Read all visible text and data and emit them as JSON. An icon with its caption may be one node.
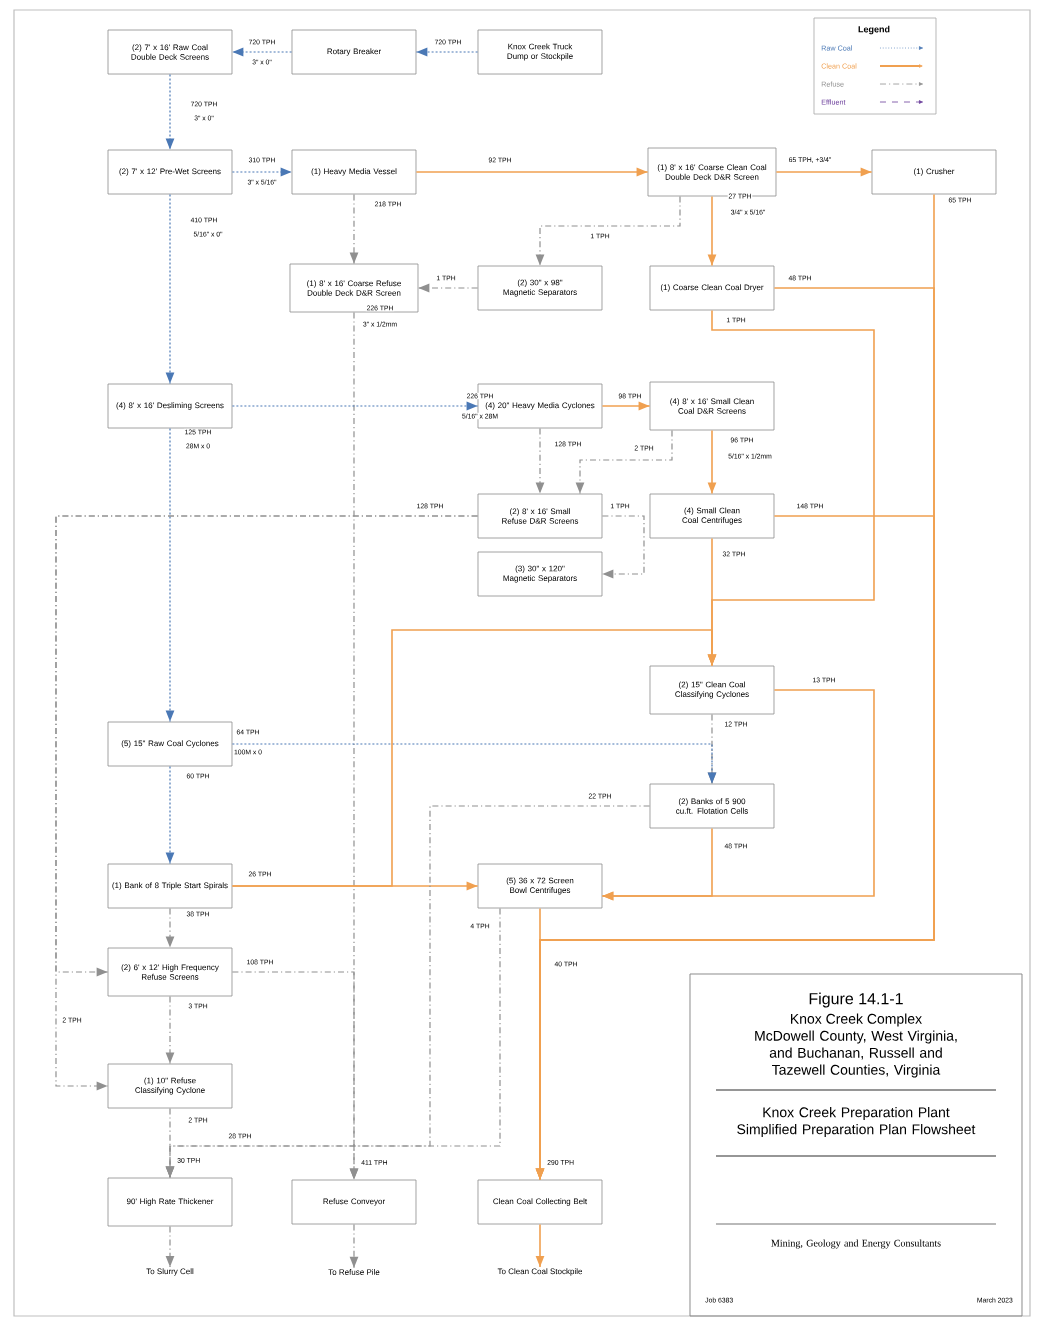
{
  "diagram": {
    "nodes": [
      {
        "text": [
          "(2) 7' x 16' Raw Coal Double Deck Screens"
        ]
      },
      {
        "text": [
          "Rotary Breaker"
        ]
      },
      {
        "text": [
          "Knox Creek Truck Dump or Stockpile"
        ]
      },
      {
        "text": [
          "(2) 7' x 12' Pre-Wet Screens"
        ]
      },
      {
        "text": [
          "(1) Heavy Media Vessel"
        ]
      },
      {
        "text": [
          "(1) 8' x 16' Coarse Clean Coal Double Deck D&R Screen"
        ]
      },
      {
        "text": [
          "(1) Crusher"
        ]
      },
      {
        "text": [
          "(1) 8' x 16' Coarse Refuse Double Deck D&R Screen"
        ]
      },
      {
        "text": [
          "(2) 30\" x 98\" Magnetic Separators"
        ]
      },
      {
        "text": [
          "(1) Coarse Clean Coal Dryer"
        ]
      },
      {
        "text": [
          "(4) 8' x 16' Desliming Screens"
        ]
      },
      {
        "text": [
          "(4) 20\" Heavy Media Cyclones"
        ]
      },
      {
        "text": [
          "(4) 8' x 16' Small Clean Coal D&R Screens"
        ]
      },
      {
        "text": [
          "(2) 8' x 16' Small Refuse D&R Screens"
        ]
      },
      {
        "text": [
          "(3) 30\" x 120\" Magnetic Separators"
        ]
      },
      {
        "text": [
          "(4) Small Clean Coal Centrifuges"
        ]
      },
      {
        "text": [
          "(2) 15\" Clean Coal Classifying Cyclones"
        ]
      },
      {
        "text": [
          "(5) 15\" Raw Coal Cyclones"
        ]
      },
      {
        "text": [
          "(2) Banks of 5 900 cu.ft. Flotation Cells"
        ]
      },
      {
        "text": [
          "(1) Bank of 8 Triple Start Spirals"
        ]
      },
      {
        "text": [
          "(5) 36 x 72 Screen Bowl Centrifuges"
        ]
      },
      {
        "text": [
          "(2) 6' x 12' High Frequency Refuse Screens"
        ]
      },
      {
        "text": [
          "(1) 10\" Refuse Classifying Cyclone"
        ]
      },
      {
        "text": [
          "90' High Rate Thickener"
        ],
        "beside": [
          "30 TPH"
        ]
      },
      {
        "text": [
          "Refuse Conveyor"
        ],
        "beside": [
          "411 TPH"
        ]
      },
      {
        "text": [
          "Clean Coal Collecting Belt"
        ],
        "beside": [
          "290 TPH"
        ]
      },
      {
        "text": [
          "To Slurry Cell"
        ]
      },
      {
        "text": [
          "To Refuse Pile"
        ]
      },
      {
        "text": [
          "To Clean Coal Stockpile"
        ]
      }
    ],
    "edges": [
      {
        "from": 2,
        "to": 1,
        "arrow": "to",
        "label": "720 TPH",
        "style": "dashed",
        "color": "#4a78b5"
      },
      {
        "from": 1,
        "to": 0,
        "arrow": "to",
        "label": "720 TPH",
        "style": "dashed",
        "color": "#4a78b5"
      },
      {
        "from": 0,
        "to": 3,
        "arrow": "to",
        "label": "720 TPH",
        "style": "dashed",
        "color": "#4a78b5"
      },
      {
        "from": 3,
        "to": 4,
        "arrow": "to",
        "label": "310 TPH",
        "style": "dashed",
        "color": "#4a78b5"
      },
      {
        "from": 3,
        "to": 10,
        "arrow": "to",
        "label": "410 TPH",
        "style": "dashed",
        "color": "#4a78b5"
      },
      {
        "from": 4,
        "to": 5,
        "arrow": "to",
        "label": "92 TPH",
        "color": "#f0a050"
      },
      {
        "from": 4,
        "to": 7,
        "arrow": "to",
        "label": "218 TPH",
        "style": "dashed",
        "color": "#909090"
      },
      {
        "from": 5,
        "to": 6,
        "arrow": "to",
        "label": "65 TPH, +3/4\"",
        "color": "#f0a050"
      },
      {
        "from": 5,
        "to": 9,
        "arrow": "to",
        "label": "27 TPH",
        "color": "#f0a050"
      },
      {
        "from": 5,
        "to": 8,
        "arrow": "to",
        "label": "1 TPH",
        "style": "dashed",
        "color": "#909090"
      },
      {
        "from": 8,
        "to": 7,
        "arrow": "to",
        "label": "1 TPH",
        "style": "dashed",
        "color": "#909090"
      },
      {
        "from": 7,
        "to": 24,
        "arrow": "to",
        "label": "226 TPH",
        "style": "dashed",
        "color": "#909090"
      },
      {
        "from": 6,
        "to": 25,
        "arrow": "to",
        "label": "65 TPH",
        "color": "#f0a050"
      },
      {
        "from": 9,
        "to": 25,
        "arrow": "to",
        "label": "48 TPH",
        "color": "#f0a050"
      },
      {
        "from": 10,
        "to": 11,
        "arrow": "to",
        "label": "226 TPH",
        "style": "dashed",
        "color": "#4a78b5"
      },
      {
        "from": 10,
        "to": 17,
        "arrow": "to",
        "label": "125 TPH",
        "style": "dashed",
        "color": "#4a78b5"
      },
      {
        "from": 11,
        "to": 12,
        "arrow": "to",
        "label": "98 TPH",
        "color": "#f0a050"
      },
      {
        "from": 11,
        "to": 13,
        "arrow": "to",
        "label": "128 TPH",
        "style": "dashed",
        "color": "#909090"
      },
      {
        "from": 12,
        "to": 15,
        "arrow": "to",
        "label": "96 TPH",
        "color": "#f0a050"
      },
      {
        "from": 12,
        "to": 13,
        "arrow": "to",
        "label": "2 TPH",
        "style": "dashed",
        "color": "#909090"
      },
      {
        "from": 13,
        "to": 14,
        "arrow": "to",
        "label": "1 TPH",
        "style": "dashed",
        "color": "#909090"
      },
      {
        "from": 15,
        "to": 25,
        "arrow": "to",
        "label": "148 TPH",
        "color": "#f0a050"
      },
      {
        "from": 15,
        "to": 16,
        "arrow": "to",
        "label": "32 TPH",
        "color": "#f0a050"
      },
      {
        "from": 9,
        "to": 16,
        "arrow": "to",
        "label": "1 TPH",
        "color": "#f0a050"
      },
      {
        "from": 13,
        "to": 21,
        "arrow": "to",
        "label": "128 TPH",
        "style": "dashed",
        "color": "#909090"
      },
      {
        "from": 16,
        "to": 18,
        "arrow": "to",
        "label": "12 TPH",
        "style": "dashed",
        "color": "#909090"
      },
      {
        "from": 17,
        "to": 18,
        "arrow": "to",
        "label": "64 TPH",
        "style": "dashed",
        "color": "#4a78b5"
      },
      {
        "from": 16,
        "to": 20,
        "arrow": "to",
        "label": "13 TPH",
        "color": "#f0a050"
      },
      {
        "from": 18,
        "to": 20,
        "arrow": "to",
        "label": "48 TPH",
        "color": "#f0a050"
      },
      {
        "from": 17,
        "to": 19,
        "arrow": "to",
        "label": "60 TPH",
        "style": "dashed",
        "color": "#4a78b5"
      },
      {
        "from": 19,
        "to": 20,
        "arrow": "to",
        "label": "26 TPH",
        "color": "#f0a050"
      },
      {
        "from": 19,
        "to": 21,
        "arrow": "to",
        "label": "38 TPH",
        "style": "dashed",
        "color": "#909090"
      },
      {
        "from": 20,
        "to": 25,
        "arrow": "to",
        "label": "40 TPH",
        "color": "#f0a050"
      },
      {
        "from": 20,
        "to": 23,
        "arrow": "to",
        "label": "4 TPH",
        "style": "dashed",
        "color": "#909090"
      },
      {
        "from": 18,
        "to": 23,
        "arrow": "to",
        "label": "22 TPH",
        "style": "dashed",
        "color": "#909090"
      },
      {
        "from": 21,
        "to": 24,
        "arrow": "to",
        "label": "108 TPH",
        "style": "dashed",
        "color": "#909090"
      },
      {
        "from": 21,
        "to": 22,
        "arrow": "to",
        "label": "3 TPH",
        "style": "dashed",
        "color": "#909090"
      },
      {
        "from": 13,
        "to": 22,
        "arrow": "to",
        "label": "2 TPH",
        "style": "dashed",
        "color": "#909090"
      },
      {
        "from": 22,
        "to": 23,
        "arrow": "to",
        "label": "2 TPH",
        "style": "dashed",
        "color": "#909090"
      },
      {
        "from": 23,
        "to": 26,
        "arrow": "to",
        "style": "dashed",
        "color": "#909090"
      },
      {
        "from": 24,
        "to": 27,
        "arrow": "to",
        "style": "dashed",
        "color": "#909090"
      },
      {
        "from": 25,
        "to": 28,
        "arrow": "to",
        "color": "#f0a050"
      },
      {
        "from": 19,
        "to": 16,
        "arrow": "to",
        "color": "#f0a050"
      }
    ],
    "labels": [
      "3\" x 0\"",
      "3\" x 0\"",
      "3\" x 5/16\"",
      "5/16\" x 0\"",
      "3/4\" x 5/16\"",
      "3\" x 1/2mm",
      "5/16\" x 28M",
      "28M x 0",
      "5/16\" x 1/2mm",
      "100M x 0",
      "28 TPH",
      "Legend",
      "Figure 14.1-1",
      "Knox Creek Complex",
      "McDowell County, West Virginia, and Buchanan, Russell and Tazewell Counties, Virginia",
      "Knox Creek Preparation Plant Simplified Preparation Plan Flowsheet",
      "Mining, Geology and Energy Consultants",
      "Job 6383",
      "March 2023"
    ],
    "legend": [
      {
        "text": "Raw Coal"
      },
      {
        "text": "Clean Coal"
      },
      {
        "text": "Refuse"
      },
      {
        "text": "Effluent"
      }
    ]
  }
}
